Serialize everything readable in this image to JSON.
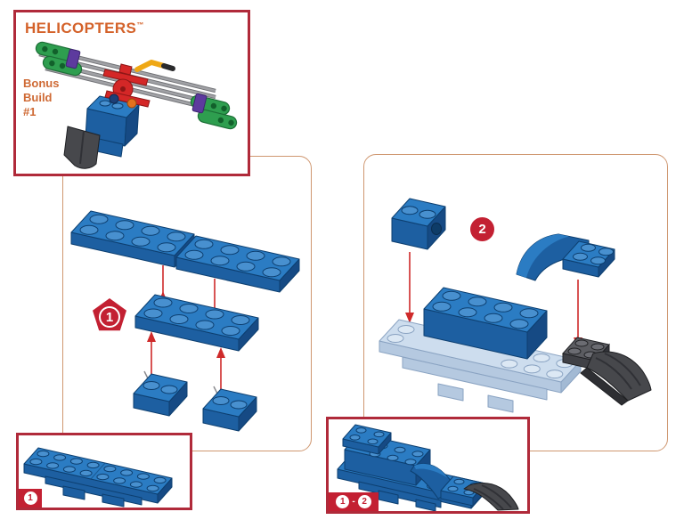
{
  "page": {
    "background": "#ffffff"
  },
  "colors": {
    "box_border_red": "#b02a3a",
    "panel_border_tan": "#cf9770",
    "badge_red": "#c32032",
    "arrow_red": "#cf2a2a",
    "title_orange": "#d4622a",
    "subtitle_orange": "#cf6a35",
    "brick_blue": "#2b7cc3",
    "ghost_blue": "#cdddee",
    "part_dark_gray": "#47484c"
  },
  "header_box": {
    "title": "HELICOPTERS",
    "trademark": "™",
    "subtitle_lines": [
      "Bonus",
      "Build",
      "#1"
    ]
  },
  "steps": {
    "step1": {
      "badge": "1"
    },
    "step2": {
      "badge": "2"
    }
  },
  "result_boxes": {
    "result1": {
      "badge": "1"
    },
    "result12": {
      "start": "1",
      "separator": "-",
      "end": "2"
    }
  }
}
